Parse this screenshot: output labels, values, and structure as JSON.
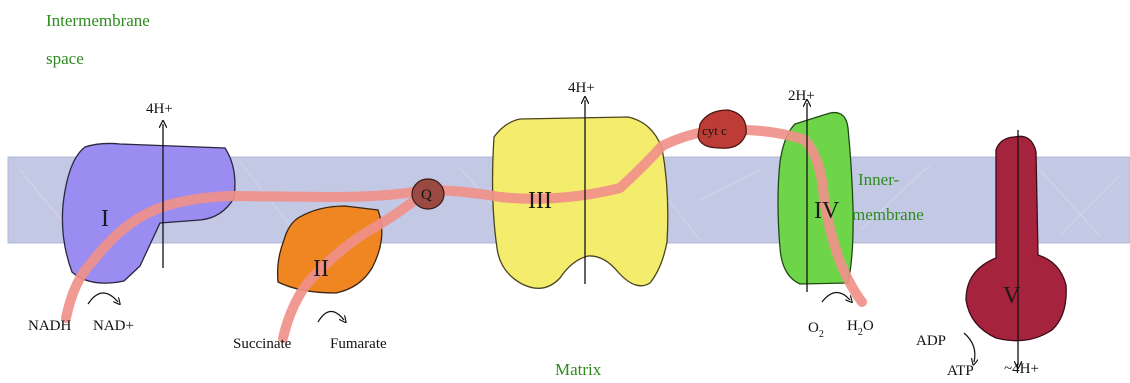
{
  "regions": {
    "intermembrane_line1": "Intermembrane",
    "intermembrane_line2": "space",
    "inner_line1": "Inner-",
    "inner_line2": "membrane",
    "matrix": "Matrix"
  },
  "complexes": {
    "I": "I",
    "II": "II",
    "III": "III",
    "IV": "IV",
    "V": "V",
    "Q": "Q",
    "cytc": "cyt c"
  },
  "protons": {
    "complex_I": "4H+",
    "complex_III": "4H+",
    "complex_IV": "2H+",
    "complex_V": "~4H+"
  },
  "molecules": {
    "nadh": "NADH",
    "nad": "NAD+",
    "succinate": "Succinate",
    "fumarate": "Fumarate",
    "o2_main": "O",
    "o2_sub": "2",
    "h2o_h": "H",
    "h2o_sub": "2",
    "h2o_o": "O",
    "adp": "ADP",
    "atp": "ATP"
  },
  "colors": {
    "membrane": "#c3c8e4",
    "complex_I": "#9a8cf0",
    "complex_II": "#ef8621",
    "complex_III": "#f4ec6c",
    "complex_IV": "#6fd548",
    "complex_V": "#a6233e",
    "quinone": "#9a4a42",
    "cyt_c": "#bd3d36",
    "electron_path": "#f0908a",
    "region_text": "#2e8b1f"
  }
}
